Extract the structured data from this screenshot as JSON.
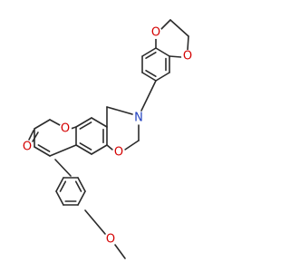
{
  "molecule": {
    "atom_color_O": "#d40000",
    "atom_color_N": "#1f3fbf",
    "bond_color": "#2b2b2b",
    "background_color": "#ffffff",
    "labels": {
      "o_dioxane_top": "O",
      "o_dioxane_right": "O",
      "n_oxazine": "N",
      "o_oxazine": "O",
      "o_pyranone_ring": "O",
      "o_carbonyl": "O",
      "o_methoxy": "O"
    }
  }
}
